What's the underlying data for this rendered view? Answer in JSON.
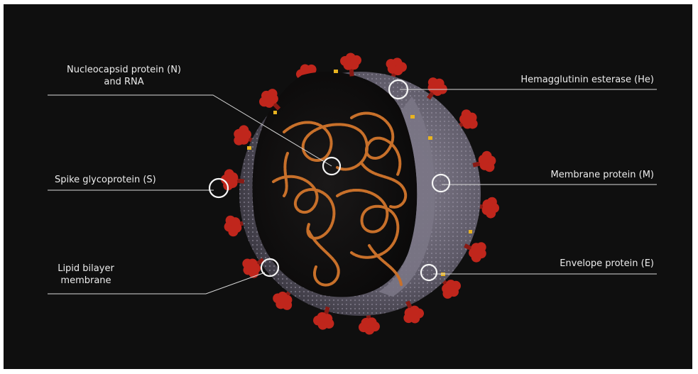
{
  "labels": {
    "nucleocapsid_line1": "Nucleocapsid protein (N)",
    "nucleocapsid_line2": "and RNA",
    "spike": "Spike glycoprotein (S)",
    "lipid_line1": "Lipid bilayer",
    "lipid_line2": "membrane",
    "hemagglutinin": "Hemagglutinin esterase (He)",
    "membrane_protein": "Membrane protein (M)",
    "envelope": "Envelope protein (E)"
  },
  "colors": {
    "background": "#0f0f0f",
    "envelope_shell": "#6e6a78",
    "spike_protein": "#c0261c",
    "rna_strand": "#c8702a",
    "label_text": "#ececec",
    "highlight_marker": "#f5f5f5",
    "small_protein": "#e8b320"
  }
}
